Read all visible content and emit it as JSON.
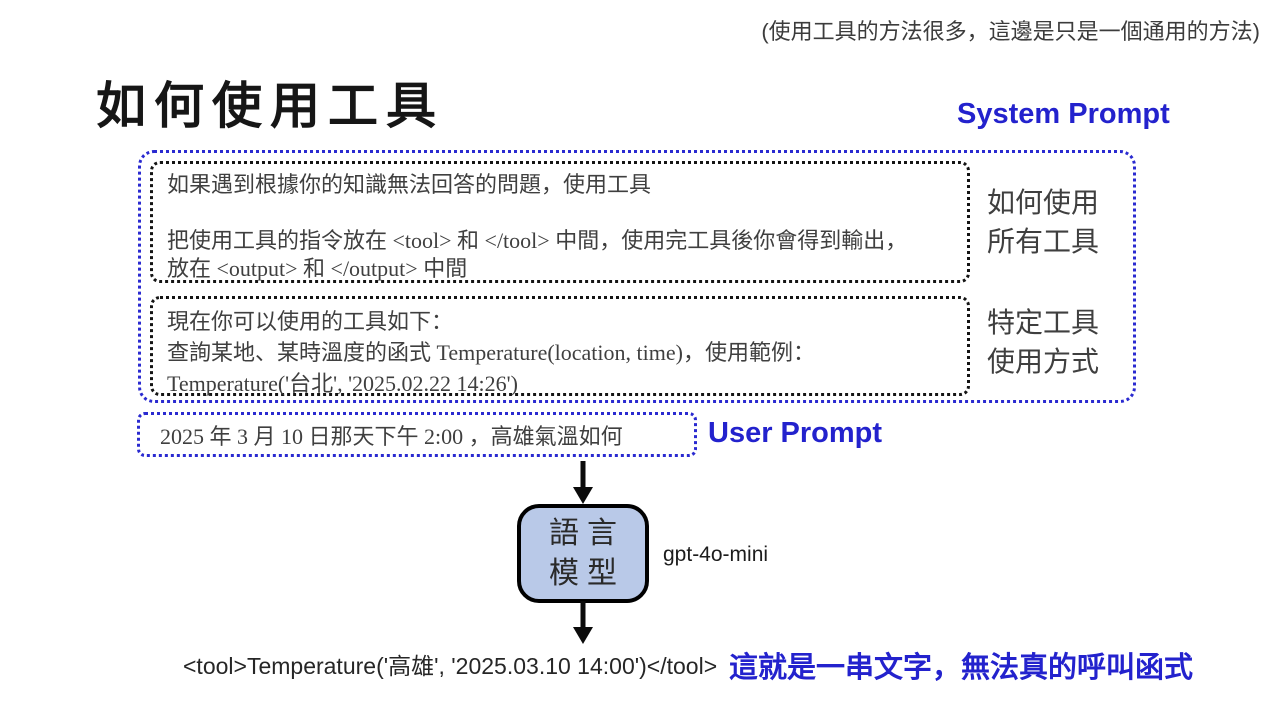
{
  "note": "(使用工具的方法很多，這邊是只是一個通用的方法)",
  "title": "如何使用工具",
  "system_prompt": {
    "label": "System Prompt",
    "general_box": {
      "line1": "如果遇到根據你的知識無法回答的問題，使用工具",
      "line2": "把使用工具的指令放在 <tool> 和 </tool> 中間，使用完工具後你會得到輸出，",
      "line3": "放在 <output> 和 </output> 中間"
    },
    "tools_box": {
      "line1": "現在你可以使用的工具如下：",
      "line2": "查詢某地、某時溫度的函式 Temperature(location, time)，使用範例：",
      "line3": "Temperature('台北', '2025.02.22 14:26')"
    },
    "side_label_general": {
      "line1": "如何使用",
      "line2": "所有工具"
    },
    "side_label_specific": {
      "line1": "特定工具",
      "line2": "使用方式"
    }
  },
  "user_prompt": {
    "label": "User Prompt",
    "text": "2025 年 3 月 10 日那天下午 2:00 ，高雄氣溫如何"
  },
  "model": {
    "line1": "語言",
    "line2": "模型",
    "name": "gpt-4o-mini"
  },
  "output": {
    "tool_call": "<tool>Temperature('高雄', '2025.03.10 14:00')</tool>",
    "annotation": "這就是一串文字，無法真的呼叫函式"
  },
  "colors": {
    "accent_blue": "#2322cd",
    "dotted_blue_border": "#2a2ad0",
    "model_box_fill": "#b9c9e8",
    "body_text": "#3f3f3f"
  }
}
